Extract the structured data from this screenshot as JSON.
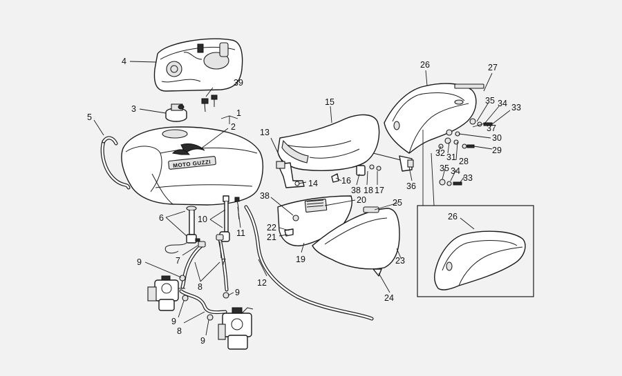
{
  "diagram": {
    "callouts": {
      "c1": "1",
      "c2": "2",
      "c3": "3",
      "c4": "4",
      "c5": "5",
      "c6": "6",
      "c7a": "7",
      "c7b": "7",
      "c8a": "8",
      "c8b": "8",
      "c9a": "9",
      "c9b": "9",
      "c9c": "9",
      "c9d": "9",
      "c10": "10",
      "c11": "11",
      "c12": "12",
      "c13": "13",
      "c14": "14",
      "c15": "15",
      "c16": "16",
      "c17": "17",
      "c18": "18",
      "c19": "19",
      "c20": "20",
      "c21": "21",
      "c22": "22",
      "c23": "23",
      "c24": "24",
      "c25": "25",
      "c26a": "26",
      "c26b": "26",
      "c27": "27",
      "c28": "28",
      "c29": "29",
      "c30": "30",
      "c31": "31",
      "c32": "32",
      "c33a": "33",
      "c33b": "33",
      "c34a": "34",
      "c34b": "34",
      "c35a": "35",
      "c35b": "35",
      "c36": "36",
      "c37": "37",
      "c38a": "38",
      "c38b": "38",
      "c39": "39"
    },
    "tank_badge": "MOTO GUZZI"
  }
}
